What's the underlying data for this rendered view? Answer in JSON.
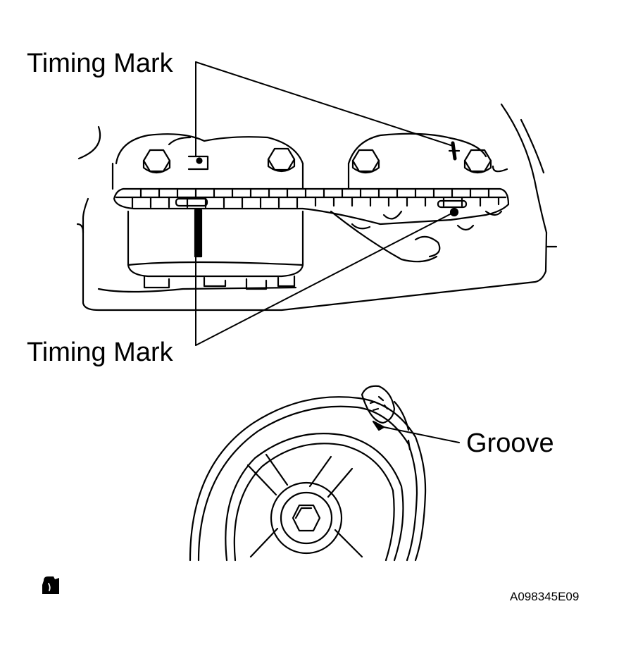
{
  "labels": {
    "timing_mark_top": "Timing Mark",
    "timing_mark_bottom": "Timing Mark",
    "groove": "Groove"
  },
  "figure_code": "A098345E09",
  "icons": {
    "corner_symbol": "lubricant-can-icon"
  },
  "colors": {
    "line": "#000000",
    "background": "#ffffff"
  }
}
